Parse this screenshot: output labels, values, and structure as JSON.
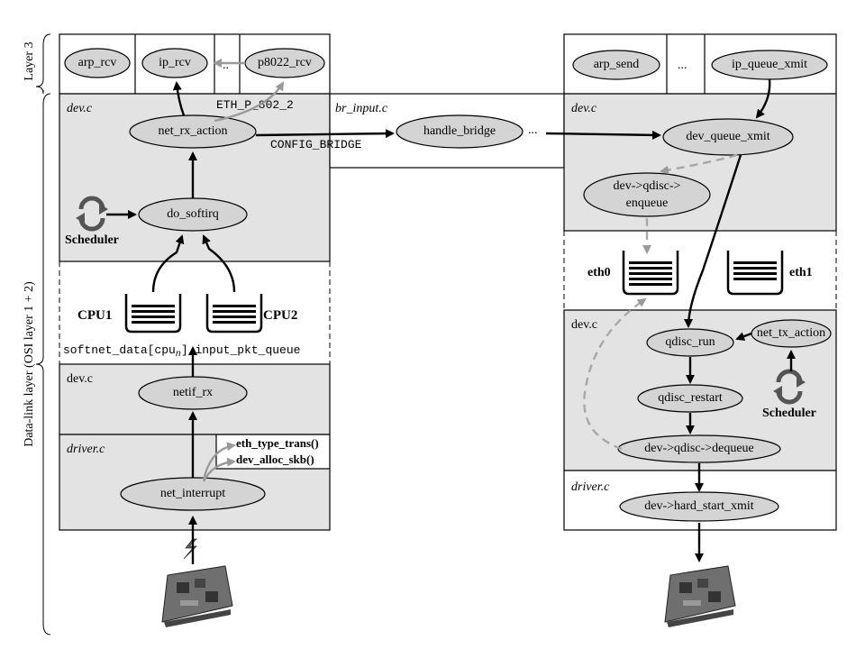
{
  "side_labels": {
    "layer3": "Layer 3",
    "datalink": "Data-link layer (OSI layer 1 + 2)"
  },
  "layer3_left": {
    "arp_rcv": "arp_rcv",
    "ip_rcv": "ip_rcv",
    "ellipsis": "..",
    "p8022_rcv": "p8022_rcv"
  },
  "layer3_right": {
    "arp_send": "arp_send",
    "ellipsis": "...",
    "ip_queue_xmit": "ip_queue_xmit"
  },
  "rx_devc": {
    "file": "dev.c",
    "net_rx_action": "net_rx_action",
    "eth_p_802_2": "ETH_P_802_2",
    "do_softirq": "do_softirq",
    "scheduler": "Scheduler"
  },
  "bridge": {
    "file": "br_input.c",
    "config_bridge": "CONFIG_BRIDGE",
    "handle_bridge": "handle_bridge",
    "ellipsis": "..."
  },
  "queues": {
    "cpu1": "CPU1",
    "cpu2": "CPU2",
    "label_prefix": "softnet_data[cpu",
    "label_sub": "n",
    "label_suffix": "].input_pkt_queue"
  },
  "rx_devc2": {
    "file": "dev.c",
    "netif_rx": "netif_rx"
  },
  "rx_driver": {
    "file": "driver.c",
    "eth_type_trans": "eth_type_trans()",
    "dev_alloc_skb": "dev_alloc_skb()",
    "net_interrupt": "net_interrupt"
  },
  "tx_devc": {
    "file": "dev.c",
    "dev_queue_xmit": "dev_queue_xmit",
    "enqueue_line1": "dev->qdisc->",
    "enqueue_line2": "enqueue"
  },
  "tx_queues": {
    "eth0": "eth0",
    "eth1": "eth1"
  },
  "tx_devc2": {
    "file": "dev.c",
    "qdisc_run": "qdisc_run",
    "net_tx_action": "net_tx_action",
    "qdisc_restart": "qdisc_restart",
    "scheduler": "Scheduler",
    "dequeue": "dev->qdisc->dequeue"
  },
  "tx_driver": {
    "file": "driver.c",
    "hard_start_xmit": "dev->hard_start_xmit"
  }
}
